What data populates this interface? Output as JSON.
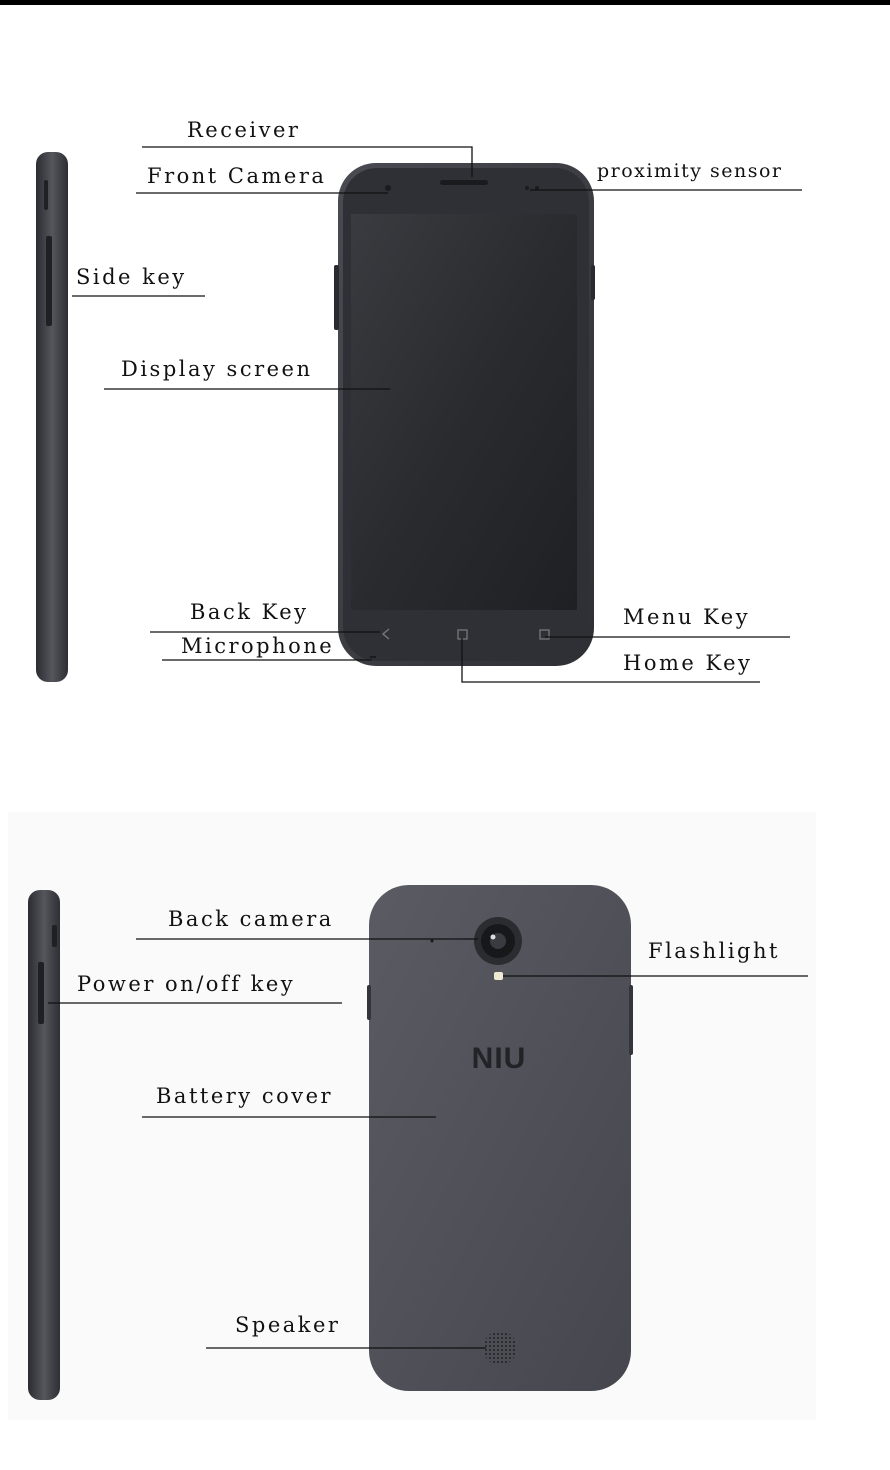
{
  "front_view": {
    "labels": {
      "receiver": "Receiver",
      "front_camera": "Front Camera",
      "proximity_sensor": "proximity sensor",
      "side_key": "Side key",
      "display_screen": "Display screen",
      "back_key": "Back Key",
      "microphone": "Microphone",
      "menu_key": "Menu Key",
      "home_key": "Home Key"
    }
  },
  "back_view": {
    "logo_text": "NIU",
    "labels": {
      "back_camera": "Back camera",
      "power_key": "Power on/off key",
      "flashlight": "Flashlight",
      "battery_cover": "Battery cover",
      "speaker": "Speaker"
    }
  },
  "colors": {
    "phone_body": "#3e3f46",
    "phone_edge": "#2a2b30",
    "screen": "#232427",
    "back_cover": "#4d4e56",
    "leader_line": "#111111"
  }
}
